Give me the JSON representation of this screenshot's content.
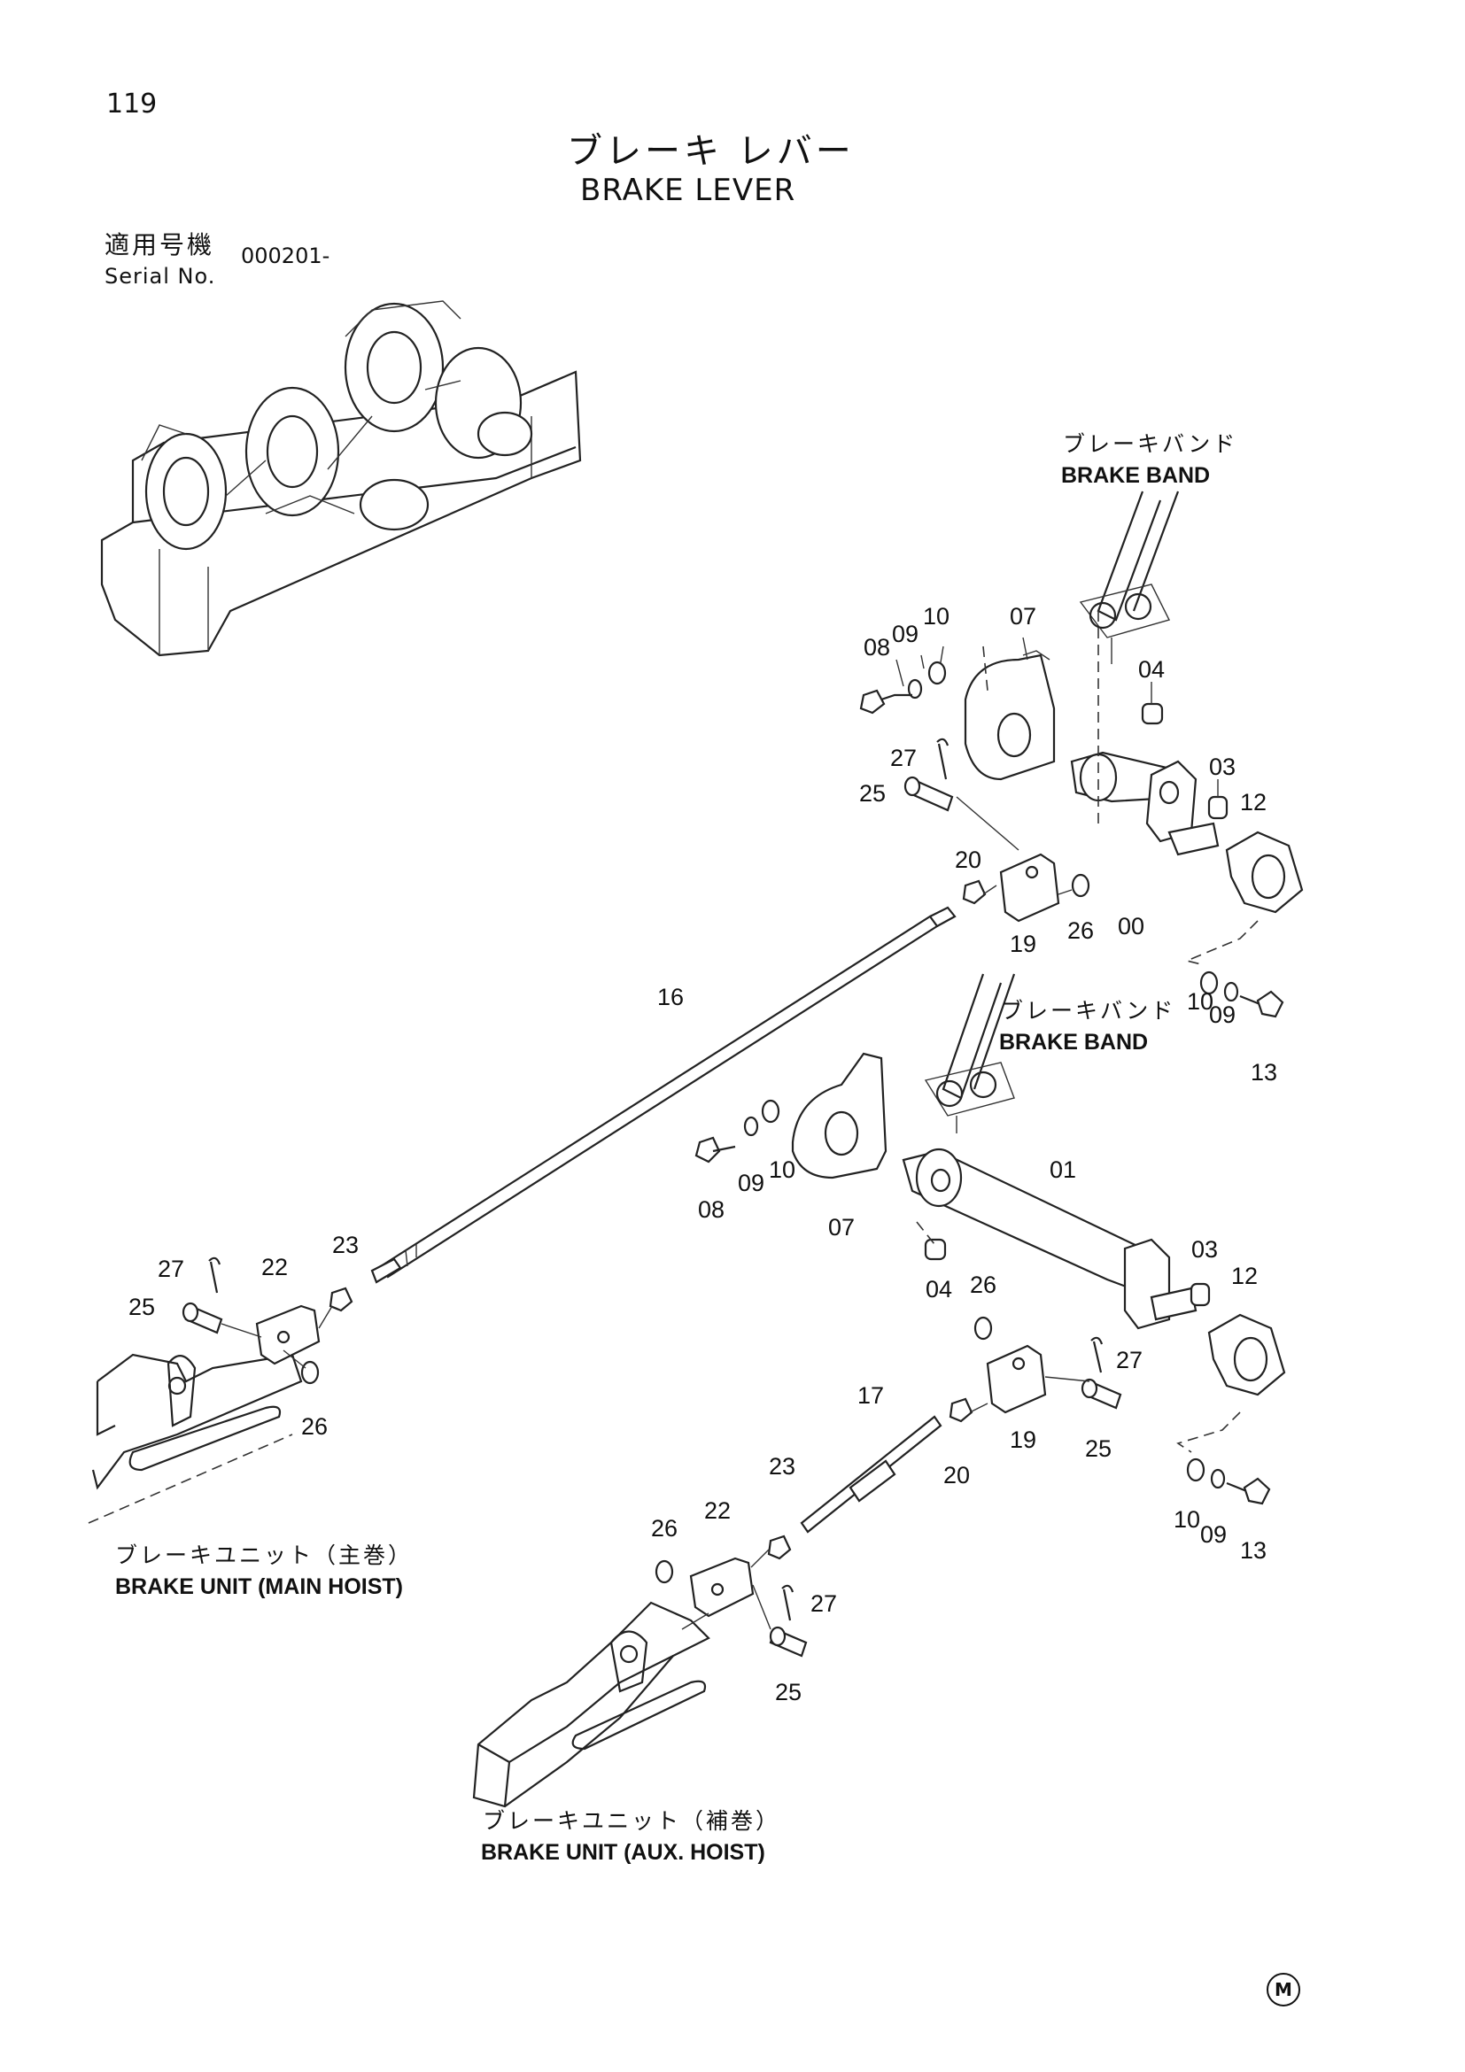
{
  "page_number": "119",
  "title_jp": "ブレーキ レバー",
  "title_en": "BRAKE LEVER",
  "serial_label_jp": "適用号機",
  "serial_label_en": "Serial No.",
  "serial_value": "000201-",
  "captions": {
    "brake_band_1_jp": "ブレーキバンド",
    "brake_band_1_en": "BRAKE BAND",
    "brake_band_2_jp": "ブレーキバンド",
    "brake_band_2_en": "BRAKE BAND",
    "main_hoist_jp": "ブレーキユニット（主巻）",
    "main_hoist_en": "BRAKE UNIT (MAIN HOIST)",
    "aux_hoist_jp": "ブレーキユニット（補巻）",
    "aux_hoist_en": "BRAKE UNIT (AUX. HOIST)"
  },
  "part_labels": {
    "p08a": "08",
    "p09a": "09",
    "p10a": "10",
    "p07a": "07",
    "p04a": "04",
    "p27a": "27",
    "p25a": "25",
    "p03a": "03",
    "p12a": "12",
    "p20a": "20",
    "p19a": "19",
    "p26a": "26",
    "p00": "00",
    "p10b": "10",
    "p09b": "09",
    "p13a": "13",
    "p16": "16",
    "p08b": "08",
    "p09c": "09",
    "p10c": "10",
    "p07b": "07",
    "p01": "01",
    "p04b": "04",
    "p03b": "03",
    "p12b": "12",
    "p26b": "26",
    "p27b": "27",
    "p19b": "19",
    "p25b": "25",
    "p20b": "20",
    "p17": "17",
    "p10d": "10",
    "p09d": "09",
    "p13b": "13",
    "p27c": "27",
    "p22a": "22",
    "p23a": "23",
    "p25c": "25",
    "p26c": "26",
    "p23b": "23",
    "p22b": "22",
    "p26d": "26",
    "p27d": "27",
    "p25d": "25"
  },
  "mark": "M"
}
